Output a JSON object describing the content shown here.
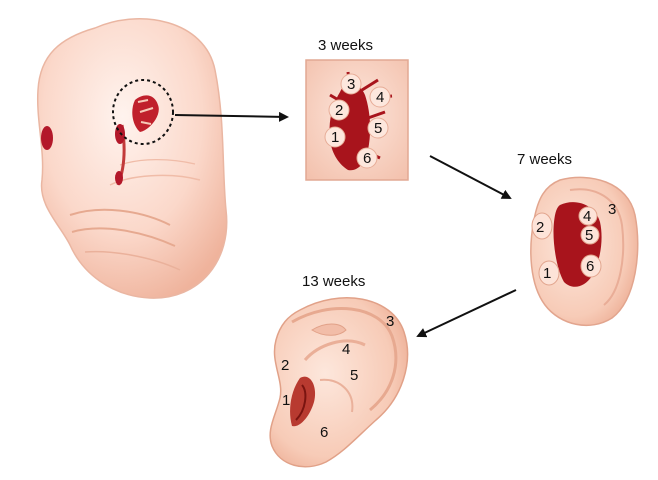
{
  "stages": [
    {
      "id": "embryo",
      "label": ""
    },
    {
      "id": "week3",
      "label": "3 weeks"
    },
    {
      "id": "week7",
      "label": "7 weeks"
    },
    {
      "id": "week13",
      "label": "13 weeks"
    }
  ],
  "hillock_numbers": [
    "1",
    "2",
    "3",
    "4",
    "5",
    "6"
  ],
  "colors": {
    "skin_light": "#fde8df",
    "skin_mid": "#f6c3b0",
    "skin_dark": "#e8a48c",
    "outline": "#e9b09a",
    "cleft_red": "#a8141c",
    "arrow": "#111111"
  },
  "icons": [
    "embryo-illustration",
    "hillocks-3wk-illustration",
    "ear-7wk-illustration",
    "ear-13wk-illustration",
    "arrow-icon"
  ]
}
